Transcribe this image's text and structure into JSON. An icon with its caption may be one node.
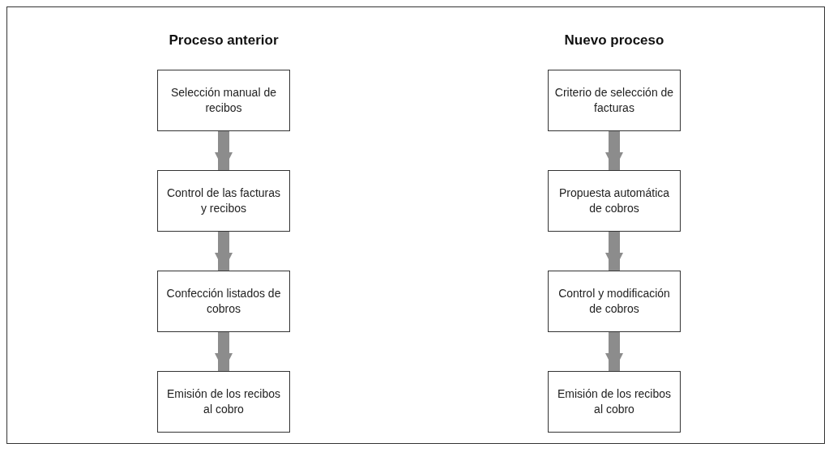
{
  "diagram": {
    "nodes": [
      {
        "text": [
          "Selección manual de recibos"
        ]
      },
      {
        "text": [
          "Control de las facturas y recibos"
        ]
      },
      {
        "text": [
          "Confección listados de cobros"
        ]
      },
      {
        "text": [
          "Emisión de los recibos al cobro"
        ]
      },
      {
        "text": [
          "Criterio de selección de facturas"
        ]
      },
      {
        "text": [
          "Propuesta automática de cobros"
        ]
      },
      {
        "text": [
          "Control y modificación de cobros"
        ]
      },
      {
        "text": [
          "Emisión de los recibos al cobro"
        ]
      }
    ],
    "edges": [
      {
        "from": 0,
        "to": 1,
        "arrow": "to"
      },
      {
        "from": 1,
        "to": 2,
        "arrow": "to"
      },
      {
        "from": 2,
        "to": 3,
        "arrow": "to"
      },
      {
        "from": 4,
        "to": 5,
        "arrow": "to"
      },
      {
        "from": 5,
        "to": 6,
        "arrow": "to"
      },
      {
        "from": 6,
        "to": 7,
        "arrow": "to"
      }
    ],
    "labels": [
      "Proceso anterior",
      "Nuevo proceso"
    ]
  }
}
